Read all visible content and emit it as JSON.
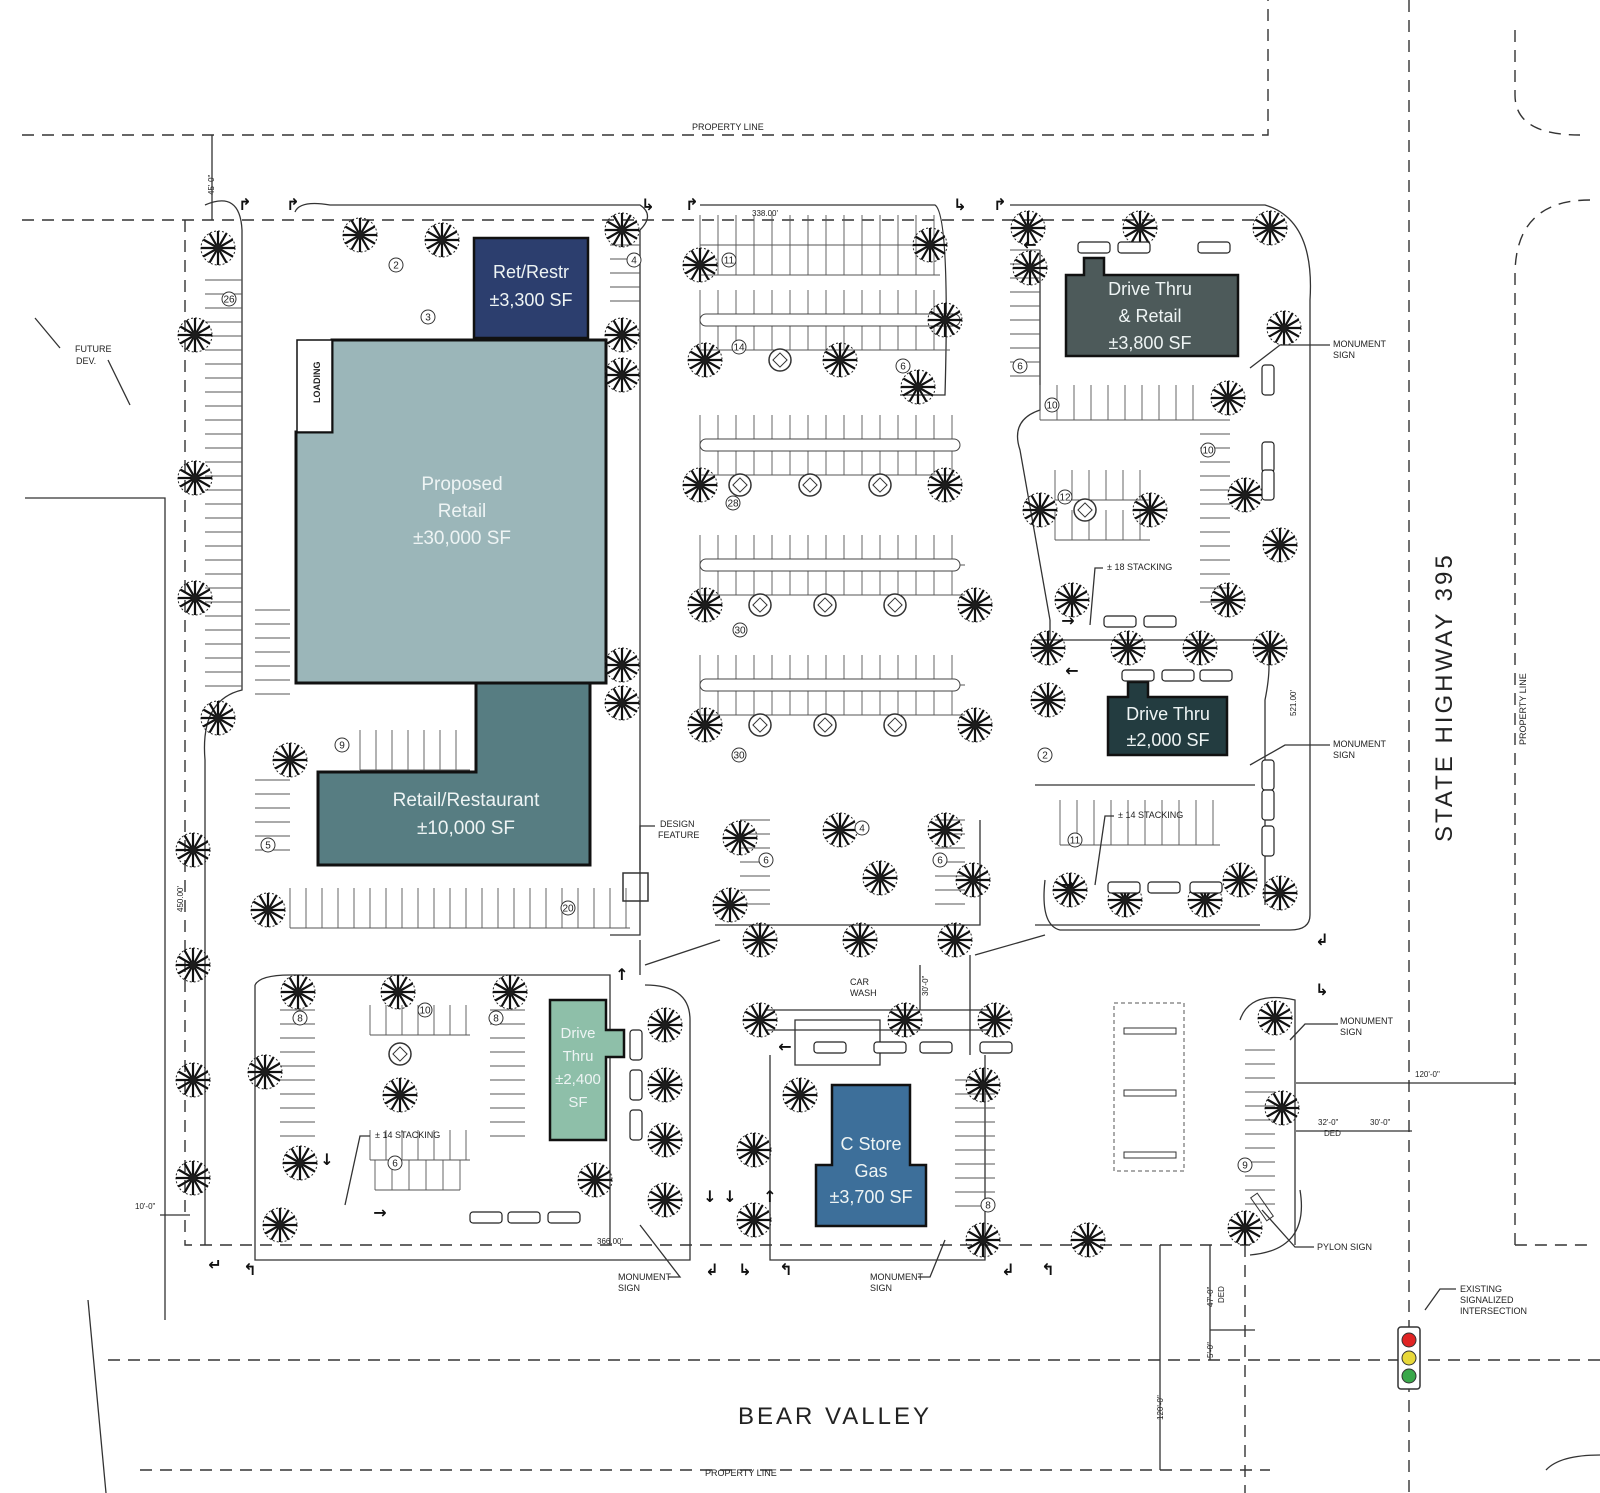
{
  "buildings": {
    "ret_restr": {
      "line1": "Ret/Restr",
      "line2": "±3,300 SF",
      "color": "#2c3e6e"
    },
    "proposed_retail": {
      "line1": "Proposed",
      "line2": "Retail",
      "line3": "±30,000 SF",
      "color": "#9bb6b9"
    },
    "retail_restaurant": {
      "line1": "Retail/Restaurant",
      "line2": "±10,000 SF",
      "color": "#577d82"
    },
    "drive_thru_retail": {
      "line1": "Drive Thru",
      "line2": "& Retail",
      "line3": "±3,800 SF",
      "color": "#4d5a5a"
    },
    "drive_thru_2000": {
      "line1": "Drive Thru",
      "line2": "±2,000 SF",
      "color": "#233c40"
    },
    "drive_thru_2400": {
      "line1": "Drive",
      "line2": "Thru",
      "line3": "±2,400",
      "line4": "SF",
      "color": "#8ebfa9"
    },
    "c_store": {
      "line1": "C Store",
      "line2": "Gas",
      "line3": "±3,700 SF",
      "color": "#3d6f9a"
    }
  },
  "labels": {
    "property_line_top": "PROPERTY LINE",
    "property_line_bottom": "PROPERTY LINE",
    "property_line_right": "PROPERTY LINE",
    "future_dev": "FUTURE",
    "future_dev_2": "DEV.",
    "loading": "LOADING",
    "design_feature": "DESIGN",
    "design_feature_2": "FEATURE",
    "car_wash": "CAR",
    "car_wash_2": "WASH",
    "monument_sign": "MONUMENT",
    "sign": "SIGN",
    "pylon_sign": "PYLON SIGN",
    "existing": "EXISTING",
    "signalized": "SIGNALIZED",
    "intersection": "INTERSECTION",
    "stacking_18": "± 18 STACKING",
    "stacking_14a": "± 14 STACKING",
    "stacking_14b": "± 14 STACKING",
    "road_bottom": "BEAR VALLEY",
    "road_right": "STATE HIGHWAY 395",
    "ded": "DED"
  },
  "dimensions": {
    "d45": "45'-0\"",
    "d338": "338.00'",
    "d521": "521.00'",
    "d450": "450.00'",
    "d366": "366.00'",
    "d10": "10'-0\"",
    "d30": "30'-0\"",
    "d120a": "120'-0\"",
    "d120b": "120'-0\"",
    "d32": "32'-0\"",
    "d30b": "30'-0\"",
    "d47": "47'-0\"",
    "d5": "5'-0\""
  },
  "stall_counts": [
    "2",
    "3",
    "4",
    "26",
    "11",
    "14",
    "6",
    "28",
    "30",
    "30",
    "6",
    "10",
    "10",
    "12",
    "2",
    "11",
    "9",
    "5",
    "20",
    "6",
    "6",
    "4",
    "8",
    "10",
    "8",
    "6",
    "8",
    "9"
  ],
  "signal_colors": {
    "red": "#e02424",
    "yellow": "#e8d83a",
    "green": "#3aa84a"
  }
}
